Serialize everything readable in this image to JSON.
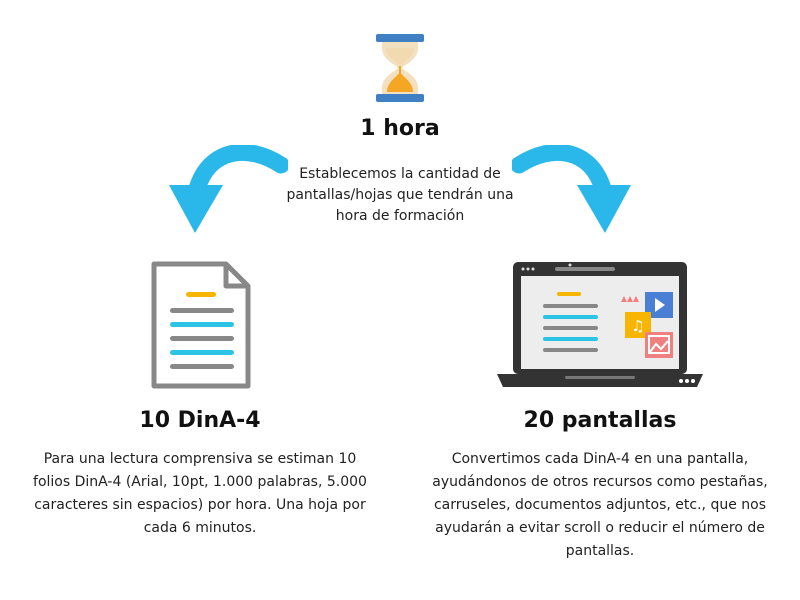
{
  "header": {
    "title": "1 hora",
    "subtitle": "Establecemos la cantidad de pantallas/hojas que tendrán una hora de formación"
  },
  "left": {
    "title": "10 DinA-4",
    "text": "Para una lectura comprensiva se estiman 10 folios DinA-4 (Arial, 10pt, 1.000 palabras, 5.000 caracteres sin espacios) por hora. Una hoja por cada 6 minutos."
  },
  "right": {
    "title": "20 pantallas",
    "text": "Convertimos cada DinA-4 en una pantalla, ayudándonos de otros recursos como pestañas, carruseles, documentos adjuntos, etc., que nos ayudarán a evitar scroll o reducir el número de pantallas."
  },
  "icons": {
    "top": "hourglass-icon",
    "left_arrow": "curved-arrow-left-icon",
    "right_arrow": "curved-arrow-right-icon",
    "left": "document-icon",
    "right": "laptop-icon"
  },
  "colors": {
    "arrow": "#2ab7ea",
    "hourglass_caps": "#3f7fc3",
    "sand": "#f5a623",
    "doc_lines_accent": "#2cc4e4",
    "doc_header": "#f7b500",
    "device_frame": "#333333"
  }
}
